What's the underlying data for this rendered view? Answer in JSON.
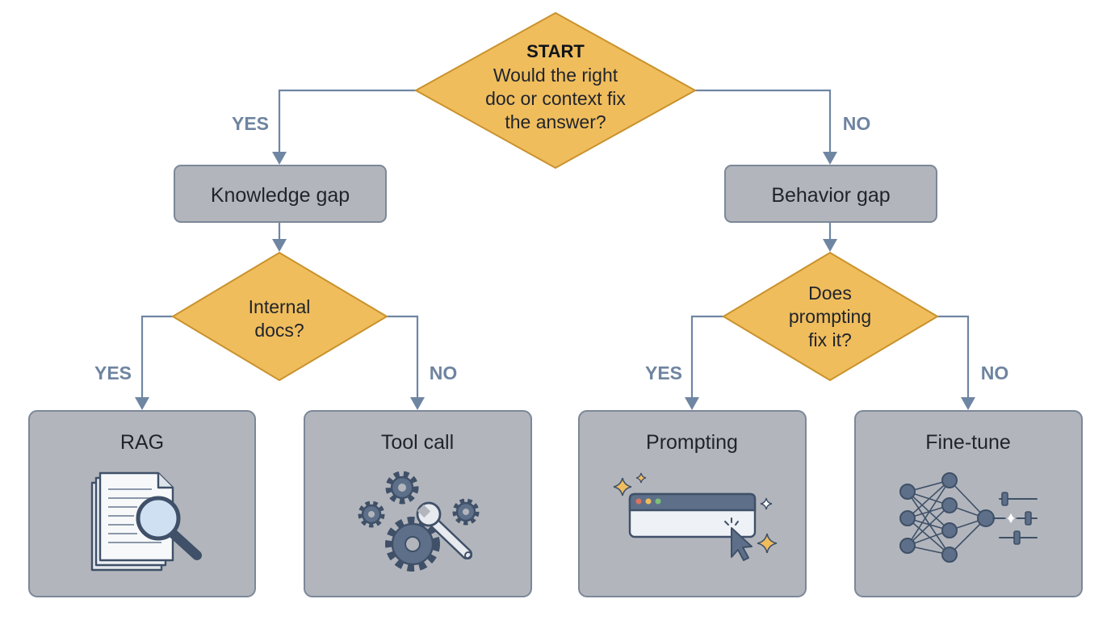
{
  "diagram": {
    "start": {
      "title": "START",
      "lines": [
        "Would the right",
        "doc or context fix",
        "the answer?"
      ]
    },
    "knowledge_gap": {
      "label": "Knowledge gap"
    },
    "behavior_gap": {
      "label": "Behavior gap"
    },
    "internal_docs": {
      "lines": [
        "Internal",
        "docs?"
      ]
    },
    "prompting_fix": {
      "lines": [
        "Does",
        "prompting",
        "fix it?"
      ]
    },
    "outcomes": {
      "rag": {
        "label": "RAG",
        "icon": "document-search-icon"
      },
      "tool_call": {
        "label": "Tool call",
        "icon": "gears-wrench-icon"
      },
      "prompting": {
        "label": "Prompting",
        "icon": "browser-cursor-sparkle-icon"
      },
      "fine_tune": {
        "label": "Fine-tune",
        "icon": "neural-network-sliders-icon"
      }
    },
    "edge_labels": {
      "start_yes": "YES",
      "start_no": "NO",
      "internal_yes": "YES",
      "internal_no": "NO",
      "prompting_yes": "YES",
      "prompting_no": "NO"
    },
    "colors": {
      "decision_fill": "#f0bd5d",
      "box_fill": "#b2b6bc",
      "connector": "#6f86a3",
      "edge_label": "#6e84a0"
    }
  }
}
